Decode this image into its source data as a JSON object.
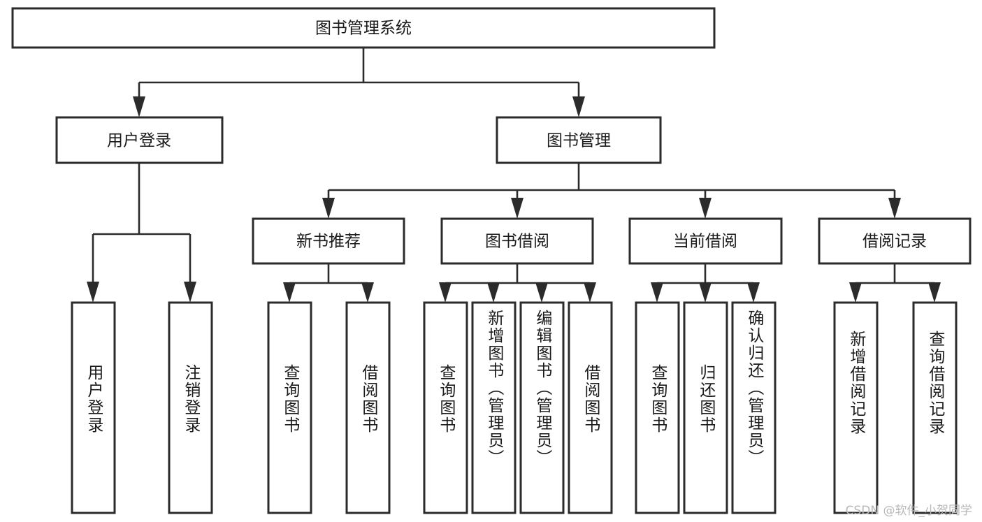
{
  "diagram": {
    "type": "tree",
    "title": "图书管理系统",
    "root": {
      "id": "root",
      "label": "图书管理系统"
    },
    "level1": [
      {
        "id": "user-login",
        "label": "用户登录"
      },
      {
        "id": "book-manage",
        "label": "图书管理"
      }
    ],
    "level2": [
      {
        "id": "new-book-recommend",
        "label": "新书推荐",
        "parent": "book-manage"
      },
      {
        "id": "book-borrow",
        "label": "图书借阅",
        "parent": "book-manage"
      },
      {
        "id": "current-borrow",
        "label": "当前借阅",
        "parent": "book-manage"
      },
      {
        "id": "borrow-record",
        "label": "借阅记录",
        "parent": "book-manage"
      }
    ],
    "leaves": [
      {
        "id": "leaf-user-login",
        "label": "用户登录",
        "parent": "user-login"
      },
      {
        "id": "leaf-logout-login",
        "label": "注销登录",
        "parent": "user-login"
      },
      {
        "id": "leaf-query-book-1",
        "label": "查询图书",
        "parent": "new-book-recommend"
      },
      {
        "id": "leaf-borrow-book-1",
        "label": "借阅图书",
        "parent": "new-book-recommend"
      },
      {
        "id": "leaf-query-book-2",
        "label": "查询图书",
        "parent": "book-borrow"
      },
      {
        "id": "leaf-add-book-admin",
        "label": "新增图书（管理员）",
        "parent": "book-borrow"
      },
      {
        "id": "leaf-edit-book-admin",
        "label": "编辑图书（管理员）",
        "parent": "book-borrow"
      },
      {
        "id": "leaf-borrow-book-2",
        "label": "借阅图书",
        "parent": "book-borrow"
      },
      {
        "id": "leaf-query-book-3",
        "label": "查询图书",
        "parent": "current-borrow"
      },
      {
        "id": "leaf-return-book",
        "label": "归还图书",
        "parent": "current-borrow"
      },
      {
        "id": "leaf-confirm-return-admin",
        "label": "确认归还（管理员）",
        "parent": "current-borrow"
      },
      {
        "id": "leaf-add-borrow-record",
        "label": "新增借阅记录",
        "parent": "borrow-record"
      },
      {
        "id": "leaf-query-borrow-record",
        "label": "查询借阅记录",
        "parent": "borrow-record"
      }
    ],
    "colors": {
      "background": "#ffffff",
      "box_fill": "#ffffff",
      "box_stroke": "#2b2b2b",
      "text": "#1a1a1a",
      "watermark": "#b9b9b9"
    }
  },
  "watermark": {
    "text": "CSDN @软件_小贺同学"
  }
}
